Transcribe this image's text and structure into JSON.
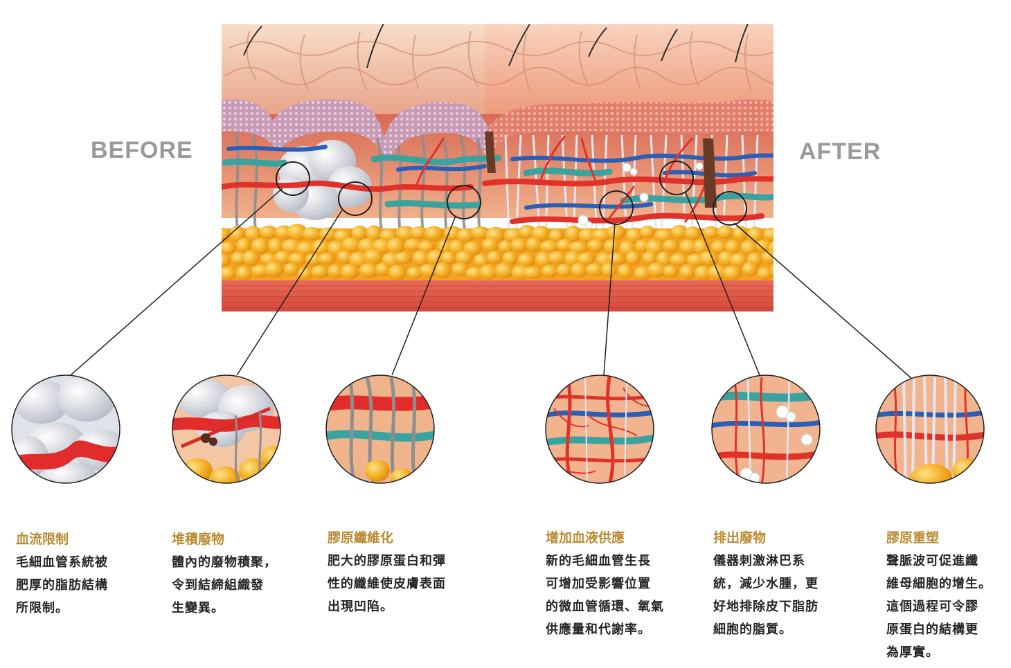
{
  "labels": {
    "before": "BEFORE",
    "after": "AFTER"
  },
  "captions": [
    {
      "title": "血流限制",
      "body": "毛細血管系統被\n肥厚的脂肪結構\n所限制。"
    },
    {
      "title": "堆積廢物",
      "body": "體內的廢物積聚，\n令到結締組織發\n生變異。"
    },
    {
      "title": "膠原纖維化",
      "body": "肥大的膠原蛋白和彈\n性的纖維使皮膚表面\n出現凹陷。"
    },
    {
      "title": "增加血液供應",
      "body": "新的毛細血管生長\n可增加受影響位置\n的微血管循環、氧氣\n供應量和代謝率。"
    },
    {
      "title": "排出廢物",
      "body": "儀器刺激淋巴系\n統，減少水腫，更\n好地排除皮下脂肪\n細胞的脂質。"
    },
    {
      "title": "膠原重塑",
      "body": "聲脈波可促進纖\n維母細胞的增生。\n這個過程可令膠\n原蛋白的結構更\n為厚實。"
    }
  ],
  "colors": {
    "label_gray": "#9a9a9a",
    "caption_title": "#b98a2e",
    "caption_body": "#262626",
    "artery_red": "#e0322a",
    "vein_blue": "#2a5fb8",
    "lymph_teal": "#3aa3a0",
    "fat_yellow": "#f3a81c",
    "collagen_gray": "#9b9b9b",
    "collagen_white": "#e6e8f0",
    "epidermis_pink": "#b98aa8",
    "muscle_red": "#e4584a"
  }
}
